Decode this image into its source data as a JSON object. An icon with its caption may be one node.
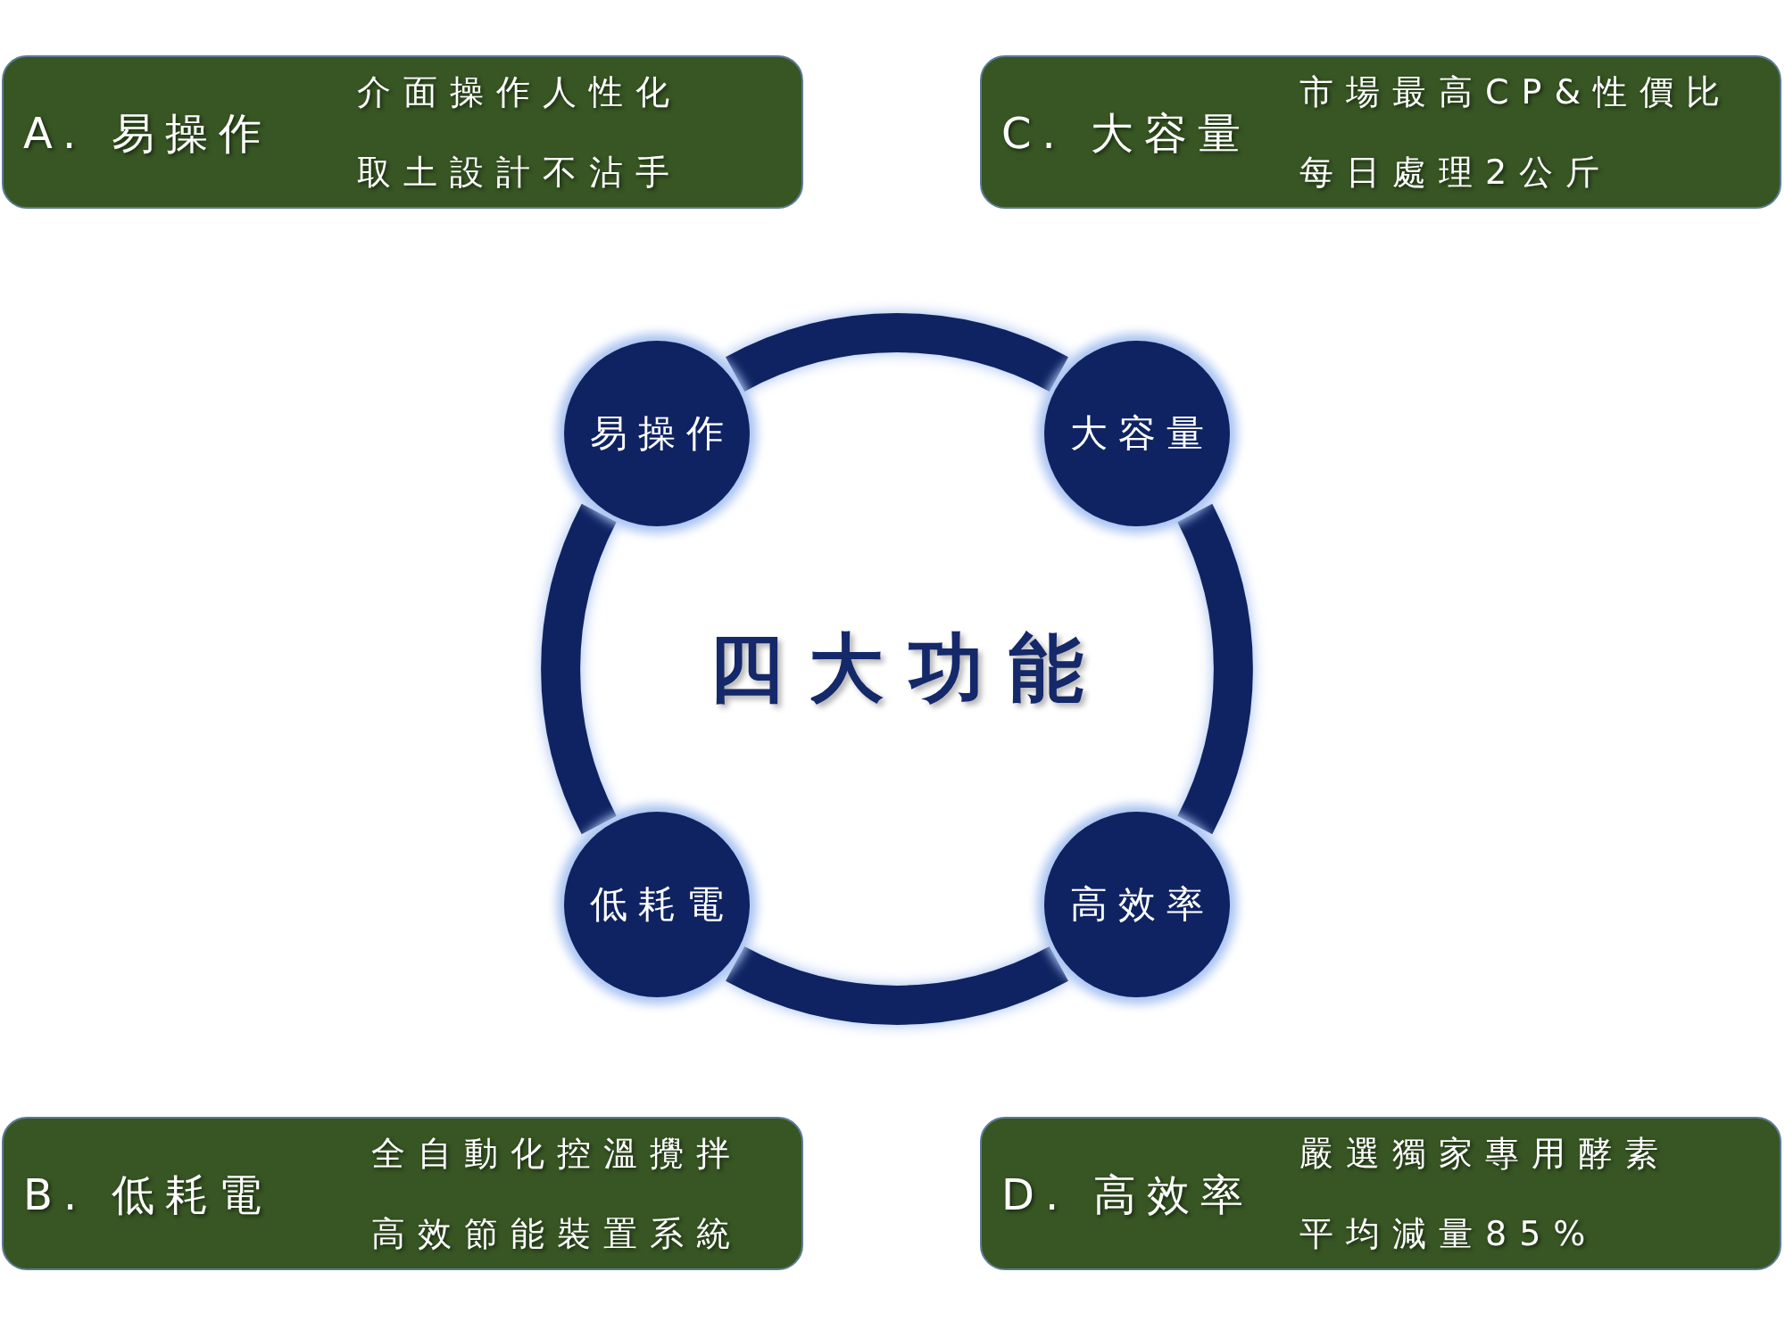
{
  "diagram": {
    "title": "四大功能",
    "nodes": [
      {
        "text": [
          "A. 易操作",
          "介面操作人性化",
          "取土設計不沾手"
        ]
      },
      {
        "text": [
          "C. 大容量",
          "市場最高CP&性價比",
          "每日處理2公斤"
        ]
      },
      {
        "text": [
          "易操作"
        ]
      },
      {
        "text": [
          "大容量"
        ]
      },
      {
        "text": [
          "低耗電"
        ]
      },
      {
        "text": [
          "高效率"
        ]
      },
      {
        "text": [
          "B. 低耗電",
          "全自動化控溫攪拌",
          "高效節能裝置系統"
        ]
      },
      {
        "text": [
          "D. 高效率",
          "嚴選獨家專用酵素",
          "平均減量85%"
        ]
      }
    ],
    "edges": [
      {
        "from": 2,
        "to": 3,
        "arrow": "none"
      },
      {
        "from": 3,
        "to": 5,
        "arrow": "none"
      },
      {
        "from": 5,
        "to": 4,
        "arrow": "none"
      },
      {
        "from": 4,
        "to": 2,
        "arrow": "none"
      }
    ]
  }
}
